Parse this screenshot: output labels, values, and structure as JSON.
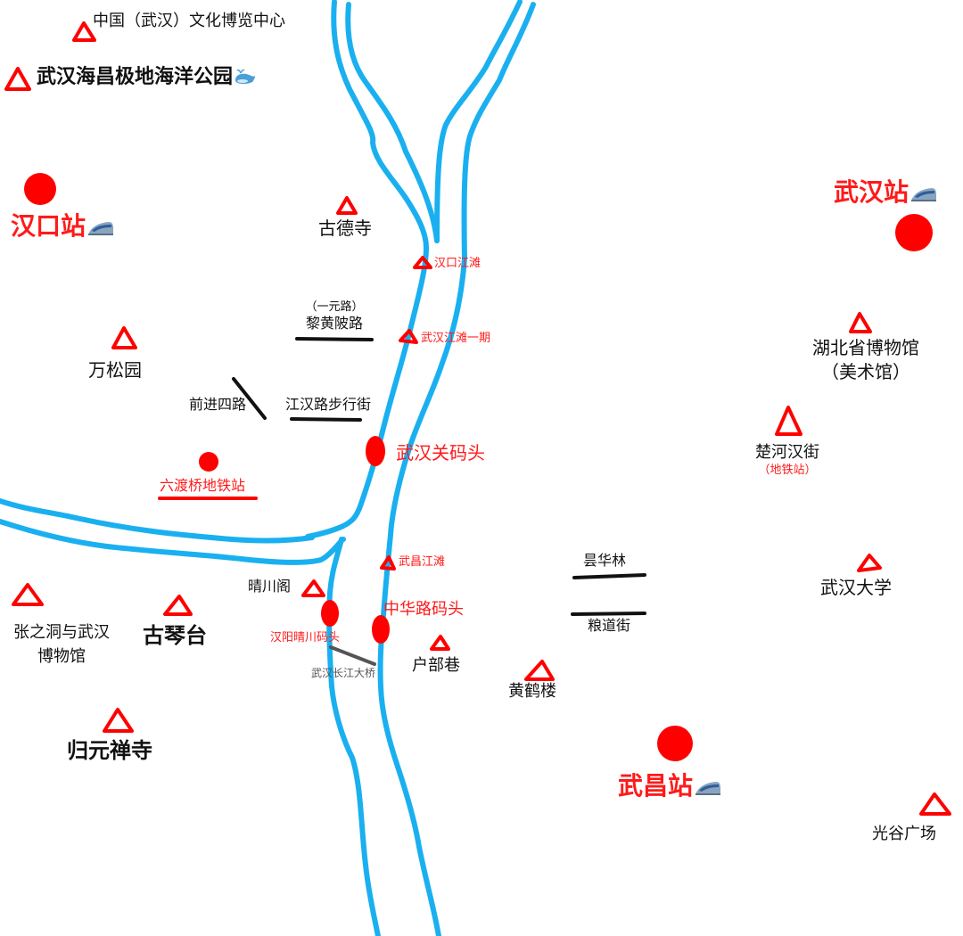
{
  "map": {
    "colors": {
      "river": "#1ab0f0",
      "marker_red": "#ff0000",
      "road_black": "#111111",
      "bridge_gray": "#555555",
      "label_red": "#ff1a1a",
      "label_black": "#111111"
    },
    "legend_icons": {
      "attraction": "red-triangle-icon",
      "station_or_pier": "red-dot-icon",
      "street": "black-line-icon",
      "railway_station": "high-speed-train-icon",
      "ocean_park": "whale-icon"
    },
    "attractions": [
      {
        "id": "culture_expo",
        "name": "中国（武汉）文化博览中心"
      },
      {
        "id": "ocean_park",
        "name": "武汉海昌极地海洋公园"
      },
      {
        "id": "gude_temple",
        "name": "古德寺"
      },
      {
        "id": "hankou_riverside",
        "name": "汉口江滩"
      },
      {
        "id": "wuhan_riverside_1",
        "name": "武汉江滩一期"
      },
      {
        "id": "wansong_garden",
        "name": "万松园"
      },
      {
        "id": "hubei_museum_line1",
        "name": "湖北省博物馆"
      },
      {
        "id": "hubei_museum_line2",
        "name": "（美术馆）"
      },
      {
        "id": "chuhehan_street",
        "name": "楚河汉街"
      },
      {
        "id": "chuhehan_note",
        "name": "（地铁站）"
      },
      {
        "id": "wuchang_riverside",
        "name": "武昌江滩"
      },
      {
        "id": "qingchuan_pavilion",
        "name": "晴川阁"
      },
      {
        "id": "zhang_museum_line1",
        "name": "张之洞与武汉"
      },
      {
        "id": "zhang_museum_line2",
        "name": "博物馆"
      },
      {
        "id": "guqin_terrace",
        "name": "古琴台"
      },
      {
        "id": "hubu_alley",
        "name": "户部巷"
      },
      {
        "id": "yellow_crane_tower",
        "name": "黄鹤楼"
      },
      {
        "id": "wuhan_university",
        "name": "武汉大学"
      },
      {
        "id": "guiyuan_temple",
        "name": "归元禅寺"
      },
      {
        "id": "optics_valley",
        "name": "光谷广场"
      }
    ],
    "stations": [
      {
        "id": "hankou_station",
        "name": "汉口站"
      },
      {
        "id": "wuhan_station",
        "name": "武汉站"
      },
      {
        "id": "wuchang_station",
        "name": "武昌站"
      },
      {
        "id": "liuduqiao_metro",
        "name": "六渡桥地铁站"
      },
      {
        "id": "wuhanguan_pier",
        "name": "武汉关码头"
      },
      {
        "id": "zhonghualu_pier",
        "name": "中华路码头"
      },
      {
        "id": "hanyang_qingchuan_pier",
        "name": "汉阳晴川码头"
      }
    ],
    "streets": [
      {
        "id": "yiyuan_road",
        "name": "（一元路）"
      },
      {
        "id": "lihuangpi_road",
        "name": "黎黄陂路"
      },
      {
        "id": "qianjin_road",
        "name": "前进四路"
      },
      {
        "id": "jianghan_road",
        "name": "江汉路步行街"
      },
      {
        "id": "tanhualin",
        "name": "昙华林"
      },
      {
        "id": "liangdao_street",
        "name": "粮道街"
      }
    ],
    "bridges": [
      {
        "id": "yangtze_bridge",
        "name": "武汉长江大桥"
      }
    ]
  }
}
